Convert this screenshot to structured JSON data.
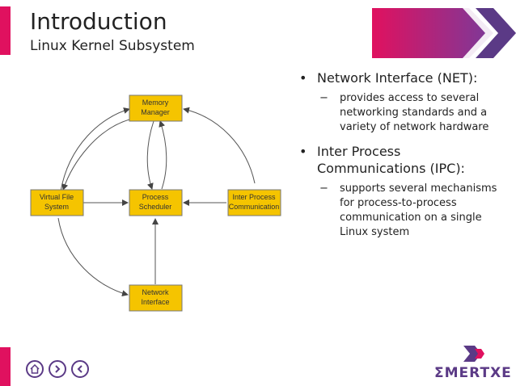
{
  "slide": {
    "title": "Introduction",
    "subtitle": "Linux Kernel Subsystem"
  },
  "diagram": {
    "nodes": {
      "memory_line1": "Memory",
      "memory_line2": "Manager",
      "vfs_line1": "Virtual File",
      "vfs_line2": "System",
      "sched_line1": "Process",
      "sched_line2": "Scheduler",
      "ipc_line1": "Inter Process",
      "ipc_line2": "Communication",
      "net_line1": "Network",
      "net_line2": "Interface"
    }
  },
  "bullets": [
    {
      "text": "Network Interface (NET):",
      "sub": "provides access to several networking standards and a variety of network hardware"
    },
    {
      "text": "Inter Process Communications (IPC):",
      "sub": "supports several mechanisms for process-to-process communication on a single Linux system"
    }
  ],
  "symbols": {
    "bullet": "•",
    "dash": "−"
  },
  "nav": {
    "home_icon": "home-icon",
    "next_icon": "chevron-right-icon",
    "prev_icon": "chevron-left-icon"
  },
  "brand": {
    "name": "ΣMERTXE"
  },
  "colors": {
    "accent": "#e0115f",
    "purple": "#5b3a86",
    "box_fill": "#f5c400"
  }
}
